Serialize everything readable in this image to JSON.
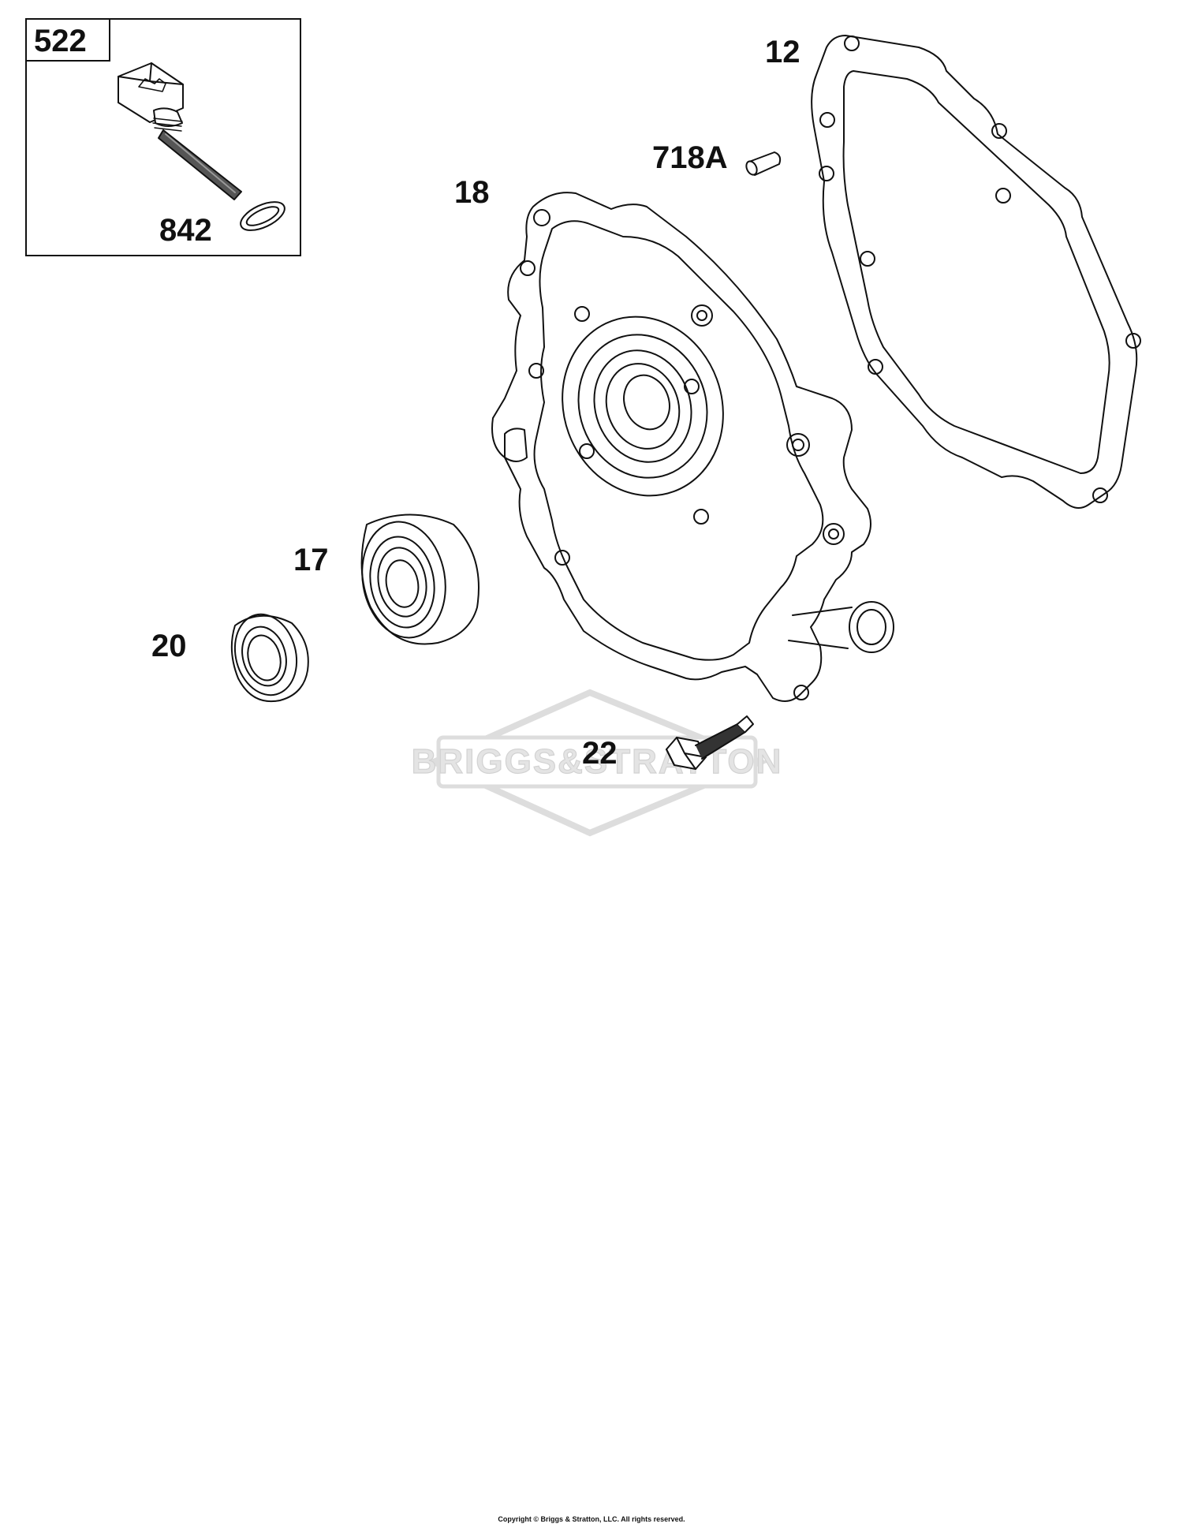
{
  "watermark": {
    "text": "BRIGGS&STRATTON",
    "color": "#dddddd"
  },
  "inset": {
    "kit_number": "522"
  },
  "callouts": {
    "c842": "842",
    "c12": "12",
    "c718a": "718A",
    "c18": "18",
    "c17": "17",
    "c20": "20",
    "c22": "22"
  },
  "footer": {
    "copyright": "Copyright © Briggs & Stratton, LLC. All rights reserved."
  },
  "colors": {
    "line": "#111111",
    "background": "#ffffff"
  },
  "icons": [
    "dipstick-icon",
    "o-ring-icon",
    "gasket-icon",
    "dowel-pin-icon",
    "crankcase-cover-icon",
    "ball-bearing-icon",
    "oil-seal-icon",
    "bolt-icon",
    "brand-logo-icon"
  ]
}
